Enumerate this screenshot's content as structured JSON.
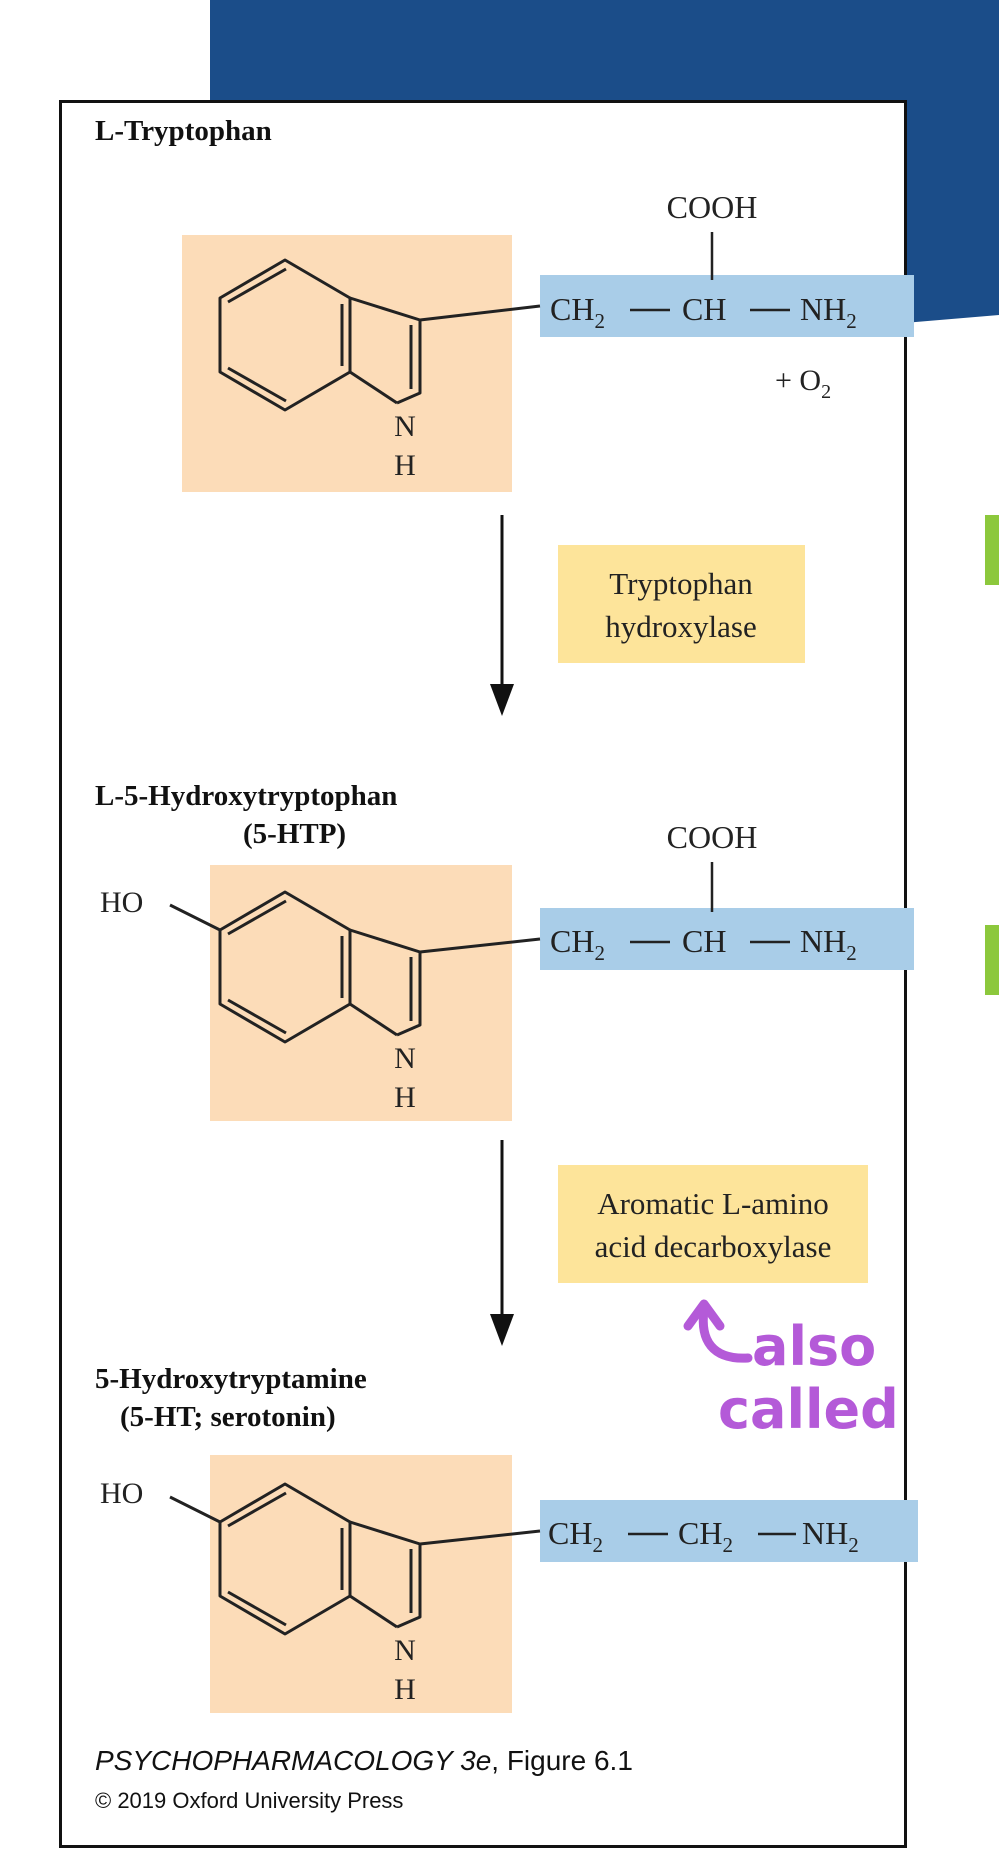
{
  "colors": {
    "slide_blue": "#1b4d89",
    "ring_box": "#fcdcb8",
    "chain_box": "#a9cde8",
    "enzyme_box": "#fde49a",
    "annotation_purple": "#b45ad8",
    "slide_green": "#8cc83c"
  },
  "compounds": [
    {
      "name": "L-Tryptophan",
      "abbrev": "",
      "substituent": "",
      "top_group": "COOH",
      "chain": [
        "CH",
        "CH",
        "NH"
      ],
      "chain_subs": [
        "2",
        "",
        "2"
      ],
      "extra": "+ O",
      "extra_sub": "2",
      "ring_n": "N",
      "ring_h": "H"
    },
    {
      "name": "L-5-Hydroxytryptophan",
      "abbrev": "(5-HTP)",
      "substituent": "HO",
      "top_group": "COOH",
      "chain": [
        "CH",
        "CH",
        "NH"
      ],
      "chain_subs": [
        "2",
        "",
        "2"
      ],
      "ring_n": "N",
      "ring_h": "H"
    },
    {
      "name": "5-Hydroxytryptamine",
      "abbrev": "(5-HT; serotonin)",
      "substituent": "HO",
      "chain": [
        "CH",
        "CH",
        "NH"
      ],
      "chain_subs": [
        "2",
        "2",
        "2"
      ],
      "ring_n": "N",
      "ring_h": "H"
    }
  ],
  "enzymes": [
    {
      "line1": "Tryptophan",
      "line2": "hydroxylase"
    },
    {
      "line1": "Aromatic L-amino",
      "line2": "acid decarboxylase"
    }
  ],
  "annotation": {
    "line1": "also",
    "line2": "called"
  },
  "caption": {
    "title_italic": "PSYCHOPHARMACOLOGY 3e",
    "title_rest": ", Figure 6.1",
    "copyright": "© 2019 Oxford University Press"
  }
}
